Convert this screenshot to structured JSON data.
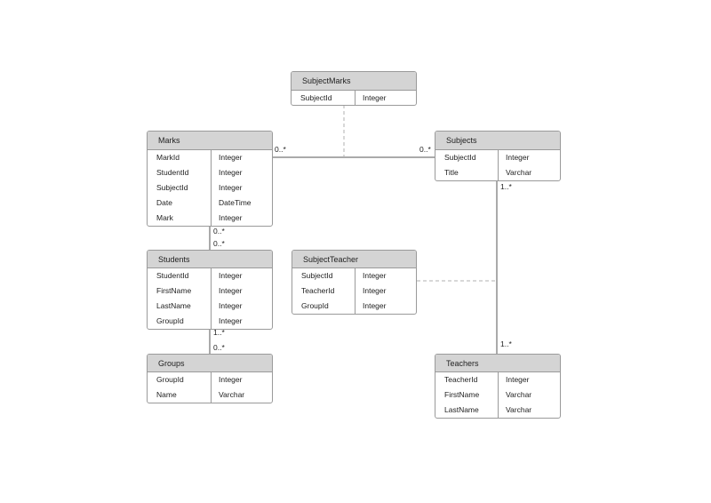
{
  "diagram": {
    "entities": [
      {
        "id": "subjectmarks",
        "name": "SubjectMarks",
        "fields": [
          [
            "SubjectId",
            "Integer"
          ]
        ]
      },
      {
        "id": "marks",
        "name": "Marks",
        "fields": [
          [
            "MarkId",
            "Integer"
          ],
          [
            "StudentId",
            "Integer"
          ],
          [
            "SubjectId",
            "Integer"
          ],
          [
            "Date",
            "DateTime"
          ],
          [
            "Mark",
            "Integer"
          ]
        ]
      },
      {
        "id": "subjects",
        "name": "Subjects",
        "fields": [
          [
            "SubjectId",
            "Integer"
          ],
          [
            "Title",
            "Varchar"
          ]
        ]
      },
      {
        "id": "students",
        "name": "Students",
        "fields": [
          [
            "StudentId",
            "Integer"
          ],
          [
            "FirstName",
            "Integer"
          ],
          [
            "LastName",
            "Integer"
          ],
          [
            "GroupId",
            "Integer"
          ]
        ]
      },
      {
        "id": "subjectteacher",
        "name": "SubjectTeacher",
        "fields": [
          [
            "SubjectId",
            "Integer"
          ],
          [
            "TeacherId",
            "Integer"
          ],
          [
            "GroupId",
            "Integer"
          ]
        ]
      },
      {
        "id": "groups",
        "name": "Groups",
        "fields": [
          [
            "GroupId",
            "Integer"
          ],
          [
            "Name",
            "Varchar"
          ]
        ]
      },
      {
        "id": "teachers",
        "name": "Teachers",
        "fields": [
          [
            "TeacherId",
            "Integer"
          ],
          [
            "FirstName",
            "Varchar"
          ],
          [
            "LastName",
            "Varchar"
          ]
        ]
      }
    ],
    "multiplicities": {
      "marks_subjects_left": "0..*",
      "marks_subjects_right": "0..*",
      "marks_students_top": "0..*",
      "marks_students_bottom": "0..*",
      "students_groups_top": "1..*",
      "students_groups_bottom": "0..*",
      "subjects_teachers_top": "1..*",
      "subjects_teachers_bottom": "1..*"
    },
    "colors": {
      "header_fill": "#d4d4d4",
      "border": "#9a9a9a",
      "line": "#555555",
      "dashed_line": "#b0b0b0"
    }
  }
}
